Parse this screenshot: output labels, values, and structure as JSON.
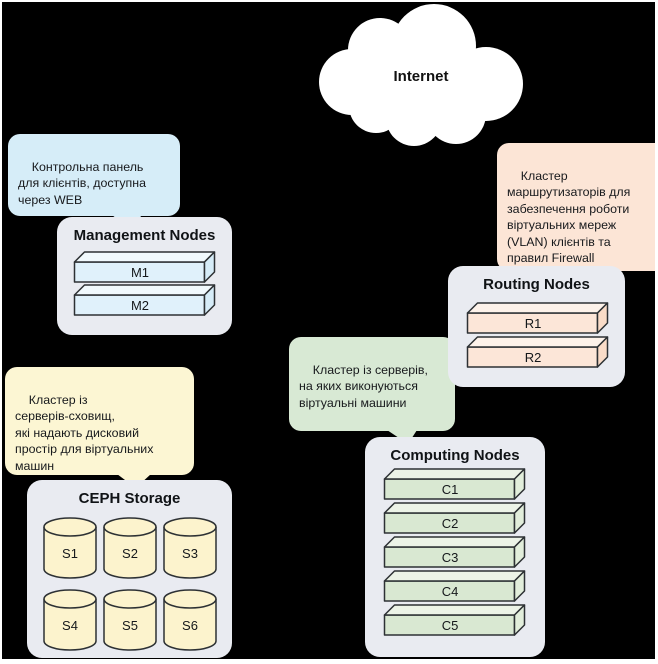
{
  "cloud": {
    "label": "Internet"
  },
  "callouts": {
    "management": {
      "text": "Контрольна панель\nдля клієнтів, доступна\nчерез WEB",
      "color": "#d6edf8"
    },
    "routing": {
      "text": "Кластер\nмаршрутизаторів для\nзабезпечення роботи\nвіртуальних мереж\n(VLAN) клієнтів та\nправил Firewall",
      "color": "#fce5d6"
    },
    "computing": {
      "text": "Кластер із серверів,\nна яких виконуються\nвіртуальні машини",
      "color": "#d8e9d4"
    },
    "storage": {
      "text": "Кластер із\nсерверів-сховищ,\nякі надають дисковий\nпростір для віртуальних\nмашин",
      "color": "#fcf6d3"
    }
  },
  "groups": {
    "management": {
      "title": "Management Nodes",
      "color": "#e0f1fb",
      "nodes": [
        "M1",
        "M2"
      ]
    },
    "routing": {
      "title": "Routing Nodes",
      "color": "#fce6d8",
      "nodes": [
        "R1",
        "R2"
      ]
    },
    "computing": {
      "title": "Computing Nodes",
      "color": "#d9e8d2",
      "nodes": [
        "C1",
        "C2",
        "C3",
        "C4",
        "C5"
      ]
    },
    "storage": {
      "title": "CEPH Storage",
      "color": "#fcf3cd",
      "nodes": [
        "S1",
        "S2",
        "S3",
        "S4",
        "S5",
        "S6"
      ]
    }
  },
  "palette": {
    "background": "#000000",
    "page_edge": "#ffffff",
    "container": "#e9ebf1",
    "outline": "#2d3134",
    "text": "#15181b"
  }
}
